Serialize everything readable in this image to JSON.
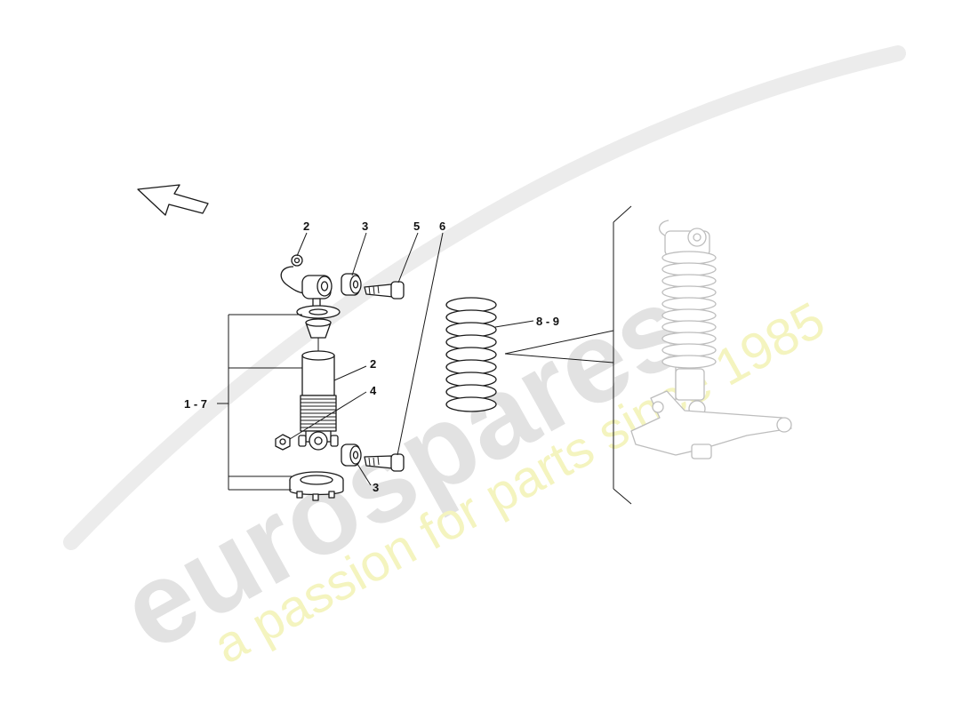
{
  "watermark": {
    "brand": "eurospares",
    "tagline": "a passion for parts since 1985",
    "brand_color": "#e2e2e2",
    "tagline_color": "#f4f4bf"
  },
  "callouts": {
    "top_2": "2",
    "top_3": "3",
    "top_5": "5",
    "top_6": "6",
    "range_1_7": "1 - 7",
    "mid_2": "2",
    "mid_4": "4",
    "spring_8_9": "8 - 9",
    "bottom_3": "3"
  },
  "colors": {
    "line": "#1a1a1a",
    "ghost_line": "#bdbdbd"
  },
  "icons": {
    "direction": "arrow-up-left-icon"
  }
}
